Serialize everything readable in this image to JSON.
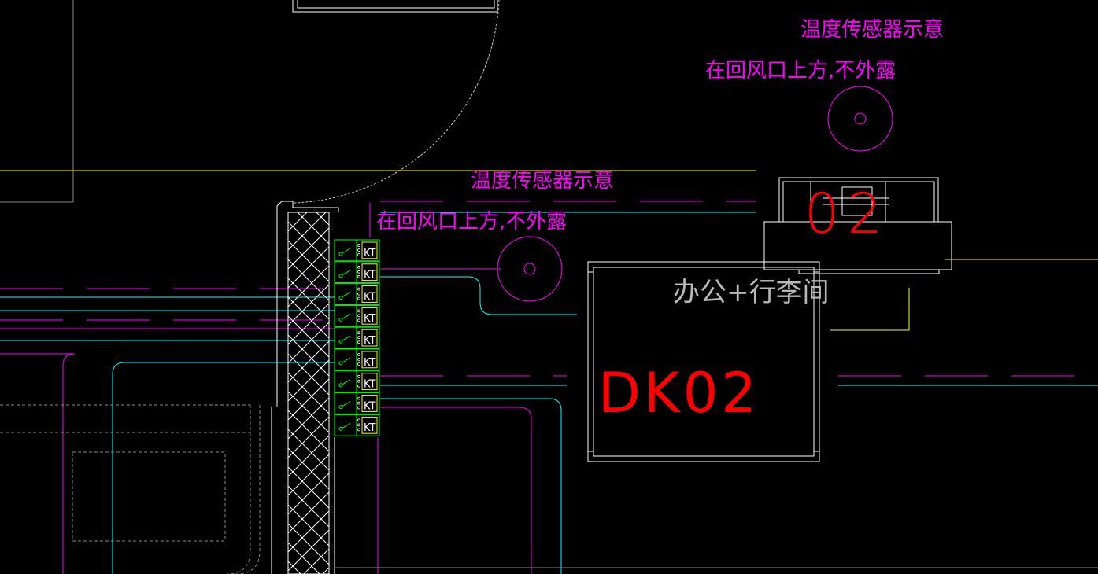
{
  "colors": {
    "background": "#000000",
    "magenta": "#ff00ff",
    "cyan": "#00ffff",
    "yellow": "#ffff00",
    "white": "#ffffff",
    "red": "#ff0000",
    "green": "#00ff00",
    "gray": "#8a8a8a"
  },
  "annotations": {
    "sensor_title_top": "温度传感器示意",
    "sensor_note_top": "在回风口上方,不外露",
    "sensor_title_mid": "温度传感器示意",
    "sensor_note_mid": "在回风口上方,不外露"
  },
  "equipment": {
    "unit_code": "02",
    "room_name": "办公+行李间",
    "room_code": "DK02"
  },
  "switch_panel": {
    "label": "KT",
    "count": 9
  }
}
